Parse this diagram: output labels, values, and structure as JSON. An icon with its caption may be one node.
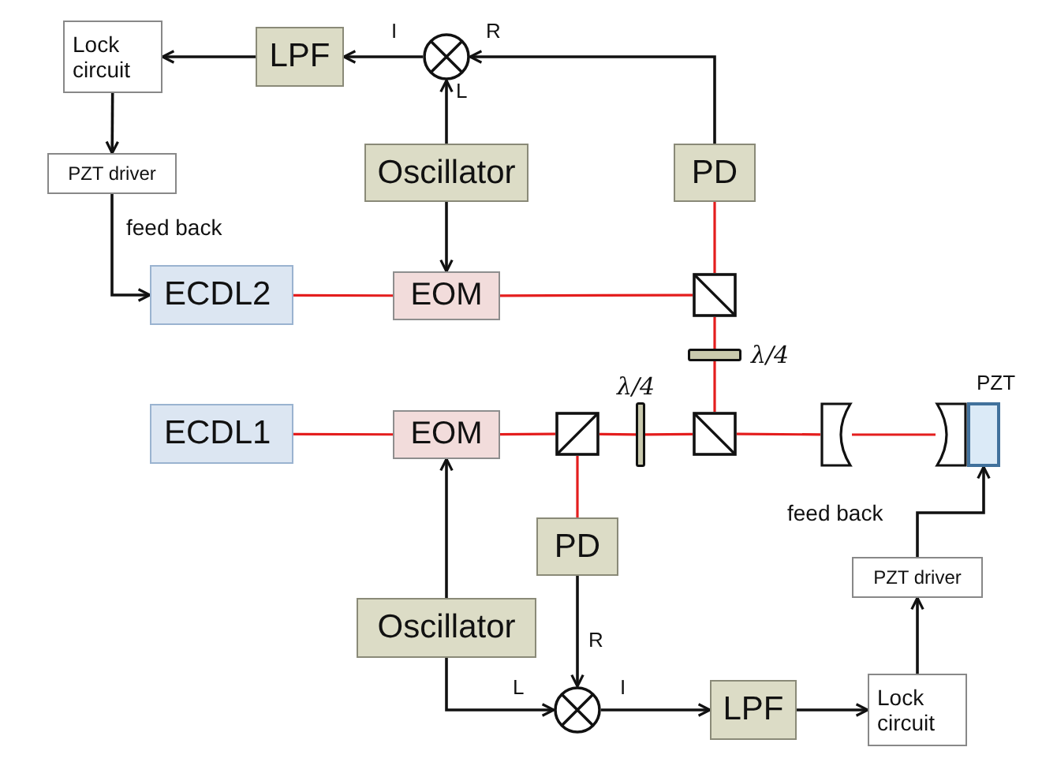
{
  "diagram": {
    "nodes": [
      {
        "text": [
          "Lock circuit"
        ]
      },
      {
        "text": [
          "LPF"
        ]
      },
      {
        "text": [],
        "shape": "circle"
      },
      {
        "text": [
          "PZT driver"
        ]
      },
      {
        "text": [
          "Oscillator"
        ]
      },
      {
        "text": [
          "PD"
        ]
      },
      {
        "text": [
          "ECDL2"
        ]
      },
      {
        "text": [
          "EOM"
        ]
      },
      {
        "text": [],
        "shape": "box"
      },
      {
        "text": [],
        "shape": "bar",
        "beside": [
          "λ/4"
        ]
      },
      {
        "text": [
          "ECDL1"
        ]
      },
      {
        "text": [
          "EOM"
        ]
      },
      {
        "text": [],
        "shape": "box"
      },
      {
        "text": [],
        "shape": "bar",
        "beside": [
          "λ/4"
        ]
      },
      {
        "text": [],
        "shape": "box"
      },
      {
        "text": [],
        "shape": "mirror"
      },
      {
        "text": [],
        "shape": "mirror"
      },
      {
        "text": [
          "PZT"
        ]
      },
      {
        "text": [
          "PD"
        ]
      },
      {
        "text": [
          "Oscillator"
        ]
      },
      {
        "text": [],
        "shape": "circle"
      },
      {
        "text": [
          "LPF"
        ]
      },
      {
        "text": [
          "Lock circuit"
        ]
      },
      {
        "text": [
          "PZT driver"
        ]
      }
    ],
    "edges": [
      {
        "from": 2,
        "to": 1,
        "arrow": "to"
      },
      {
        "from": 1,
        "to": 0,
        "arrow": "to"
      },
      {
        "from": 0,
        "to": 3,
        "arrow": "to"
      },
      {
        "from": 3,
        "to": 6,
        "arrow": "to",
        "label": "feed back"
      },
      {
        "from": 5,
        "to": 2,
        "arrow": "to"
      },
      {
        "from": 4,
        "to": 2,
        "arrow": "to"
      },
      {
        "from": 4,
        "to": 7,
        "arrow": "to"
      },
      {
        "from": 6,
        "to": 7,
        "arrow": "none",
        "color": "#e41e1e"
      },
      {
        "from": 7,
        "to": 8,
        "arrow": "none",
        "color": "#e41e1e"
      },
      {
        "from": 8,
        "to": 5,
        "arrow": "none",
        "color": "#e41e1e"
      },
      {
        "from": 8,
        "to": 9,
        "arrow": "none",
        "color": "#e41e1e"
      },
      {
        "from": 9,
        "to": 14,
        "arrow": "none",
        "color": "#e41e1e"
      },
      {
        "from": 10,
        "to": 11,
        "arrow": "none",
        "color": "#e41e1e"
      },
      {
        "from": 11,
        "to": 12,
        "arrow": "none",
        "color": "#e41e1e"
      },
      {
        "from": 12,
        "to": 13,
        "arrow": "none",
        "color": "#e41e1e"
      },
      {
        "from": 13,
        "to": 14,
        "arrow": "none",
        "color": "#e41e1e"
      },
      {
        "from": 14,
        "to": 15,
        "arrow": "none",
        "color": "#e41e1e"
      },
      {
        "from": 15,
        "to": 16,
        "arrow": "none",
        "color": "#e41e1e"
      },
      {
        "from": 12,
        "to": 18,
        "arrow": "none",
        "color": "#e41e1e"
      },
      {
        "from": 19,
        "to": 11,
        "arrow": "to"
      },
      {
        "from": 18,
        "to": 20,
        "arrow": "to"
      },
      {
        "from": 19,
        "to": 20,
        "arrow": "to"
      },
      {
        "from": 20,
        "to": 21,
        "arrow": "to"
      },
      {
        "from": 21,
        "to": 22,
        "arrow": "to"
      },
      {
        "from": 22,
        "to": 23,
        "arrow": "to"
      },
      {
        "from": 23,
        "to": 17,
        "arrow": "to",
        "label": "feed back"
      }
    ],
    "labels": [
      "I",
      "R",
      "L",
      "R",
      "L",
      "I"
    ]
  }
}
